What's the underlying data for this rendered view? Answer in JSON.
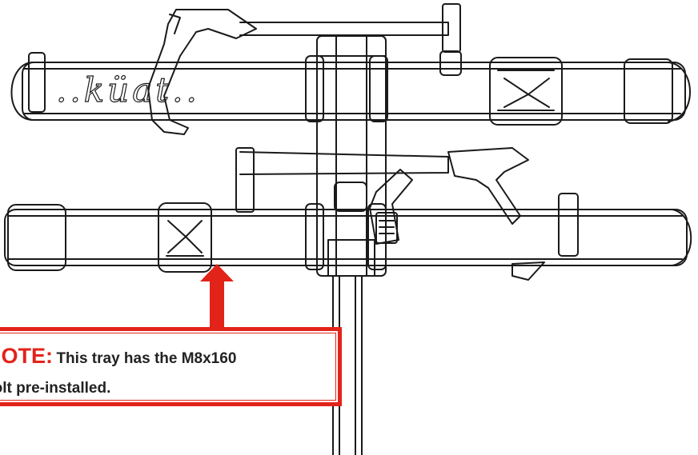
{
  "logo": {
    "text": "..küat.."
  },
  "note": {
    "heading": "NOTE:",
    "line1": "This tray has the M8x160",
    "line2": "bolt pre-installed."
  },
  "colors": {
    "accent": "#e2231a",
    "line": "#1a1a1a",
    "text": "#222222"
  }
}
